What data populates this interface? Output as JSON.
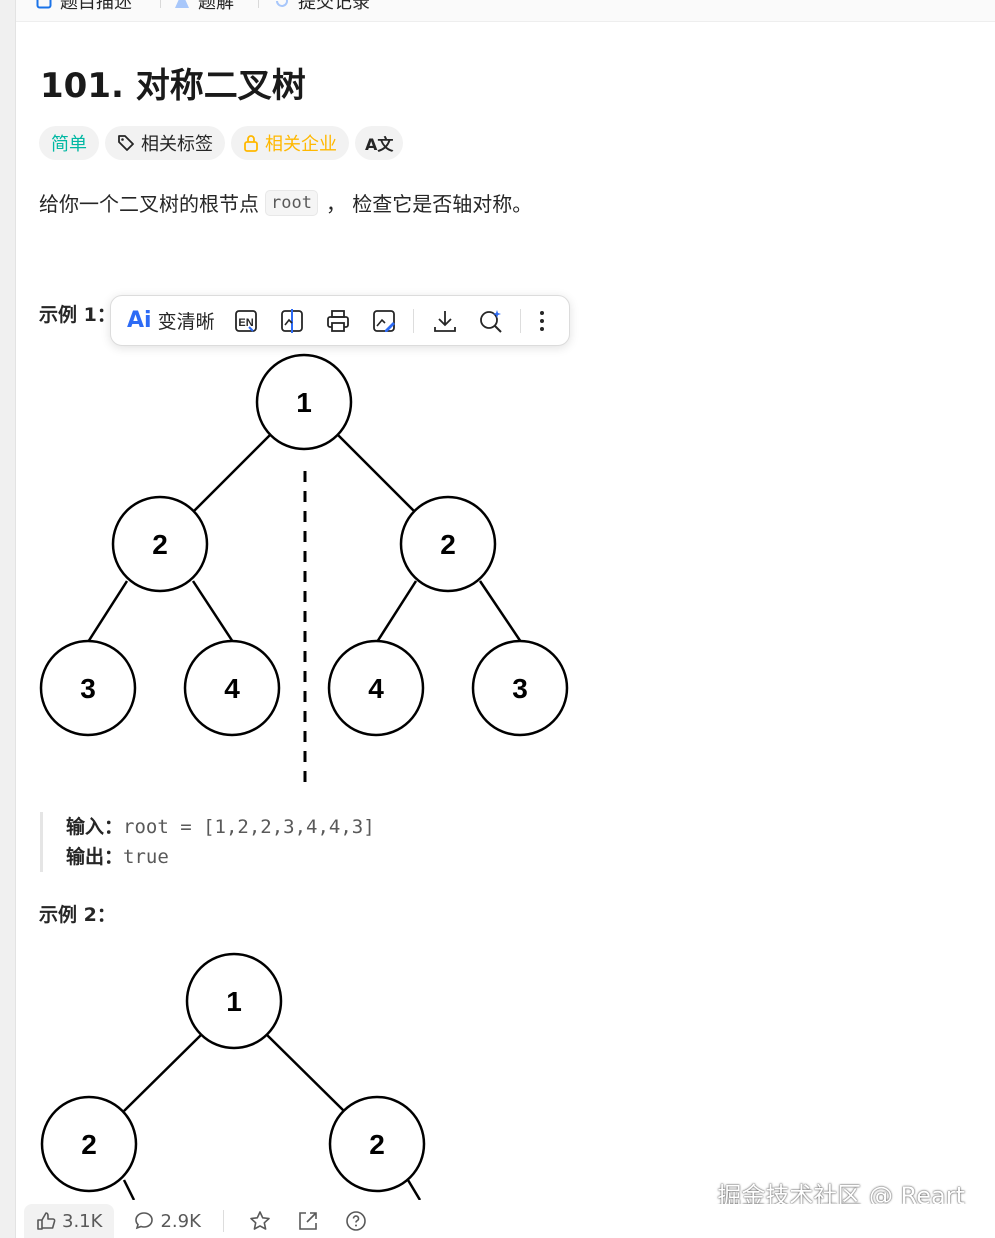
{
  "tabs": [
    {
      "label": "题目描述",
      "icon": "description-icon"
    },
    {
      "label": "题解",
      "icon": "flask-icon"
    },
    {
      "label": "提交记录",
      "icon": "history-icon"
    }
  ],
  "problem": {
    "title": "101. 对称二叉树",
    "tags": {
      "difficulty": "简单",
      "topics": "相关标签",
      "companies": "相关企业",
      "translate": "A文"
    },
    "description_before": "给你一个二叉树的根节点",
    "description_code": "root",
    "description_after": "， 检查它是否轴对称。"
  },
  "toolbar": {
    "ai_label": "变清晰",
    "ai_mark": "Ai",
    "buttons": [
      "extract-text-icon",
      "compare-icon",
      "print-icon",
      "edit-image-icon",
      "download-icon",
      "ai-search-icon",
      "more-icon"
    ]
  },
  "examples": [
    {
      "title": "示例 1：",
      "tree": {
        "root": "1",
        "level2": [
          "2",
          "2"
        ],
        "level3": [
          "3",
          "4",
          "4",
          "3"
        ]
      },
      "input_label": "输入：",
      "input_value": "root = [1,2,2,3,4,4,3]",
      "output_label": "输出：",
      "output_value": "true"
    },
    {
      "title": "示例 2：",
      "tree": {
        "root": "1",
        "level2": [
          "2",
          "2"
        ]
      }
    }
  ],
  "watermark": "掘金技术社区 @ Reart",
  "bottombar": {
    "likes": "3.1K",
    "comments": "2.9K"
  }
}
